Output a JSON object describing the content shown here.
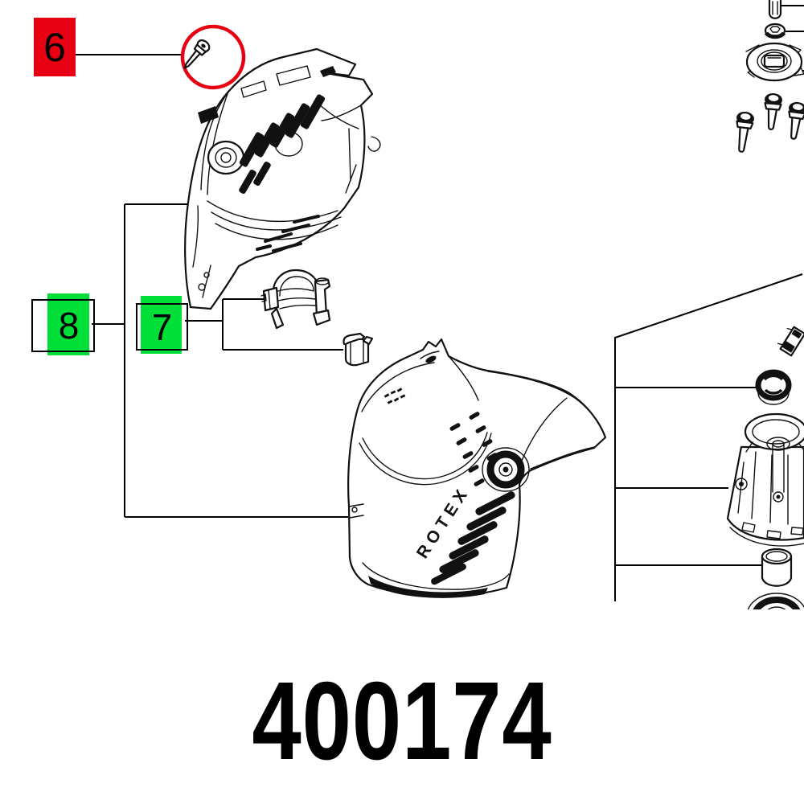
{
  "diagram": {
    "part_number": "400174",
    "brand_text": "ROTEX",
    "callouts": [
      {
        "label": "6",
        "style": "red",
        "target": "screw"
      },
      {
        "label": "8",
        "style": "green",
        "target": "housing-assembly"
      },
      {
        "label": "7",
        "style": "green",
        "target": "clamp-and-clip"
      }
    ]
  },
  "colors": {
    "callout_red": "#e60012",
    "highlight_green": "#00df37",
    "ink": "#111111"
  }
}
